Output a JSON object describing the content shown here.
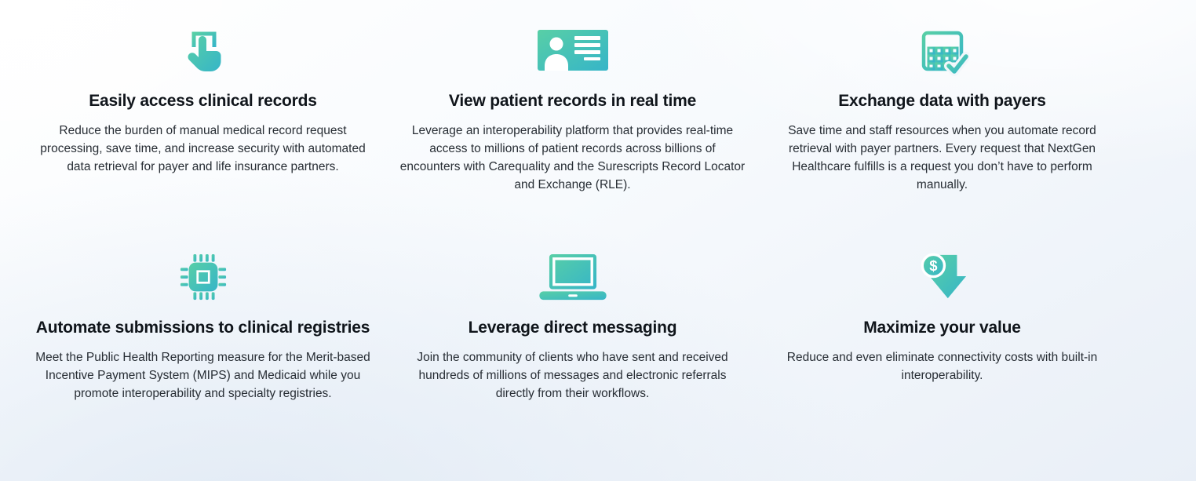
{
  "section": {
    "accent_gradient_from": "#58cfa6",
    "accent_gradient_to": "#36b5c8",
    "heading_color": "#10151b",
    "body_color": "#272d34"
  },
  "features": [
    {
      "icon": "tap-icon",
      "title": "Easily access clinical records",
      "description": "Reduce the burden of manual medical record request processing, save time, and increase security with automated data retrieval for payer and life insurance partners."
    },
    {
      "icon": "patient-card-icon",
      "title": "View patient records in real time",
      "description": "Leverage an interoperability platform that provides real-time access to millions of patient records across billions of encounters with Carequality and the Surescripts Record Locator and Exchange (RLE)."
    },
    {
      "icon": "calendar-check-icon",
      "title": "Exchange data with payers",
      "description": "Save time and staff resources when you automate record retrieval with payer partners. Every request that NextGen Healthcare fulfills is a request you don’t have to perform manually."
    },
    {
      "icon": "chip-icon",
      "title": "Automate submissions to clinical registries",
      "description": "Meet the Public Health Reporting measure for the Merit-based Incentive Payment System (MIPS) and Medicaid while you promote interoperability and specialty registries."
    },
    {
      "icon": "laptop-icon",
      "title": "Leverage direct messaging",
      "description": "Join the community of clients who have sent and received hundreds of millions of messages and electronic referrals directly from their workflows."
    },
    {
      "icon": "dollar-down-icon",
      "title": "Maximize your value",
      "description": "Reduce and even eliminate connectivity costs with built-in interoperability."
    }
  ]
}
